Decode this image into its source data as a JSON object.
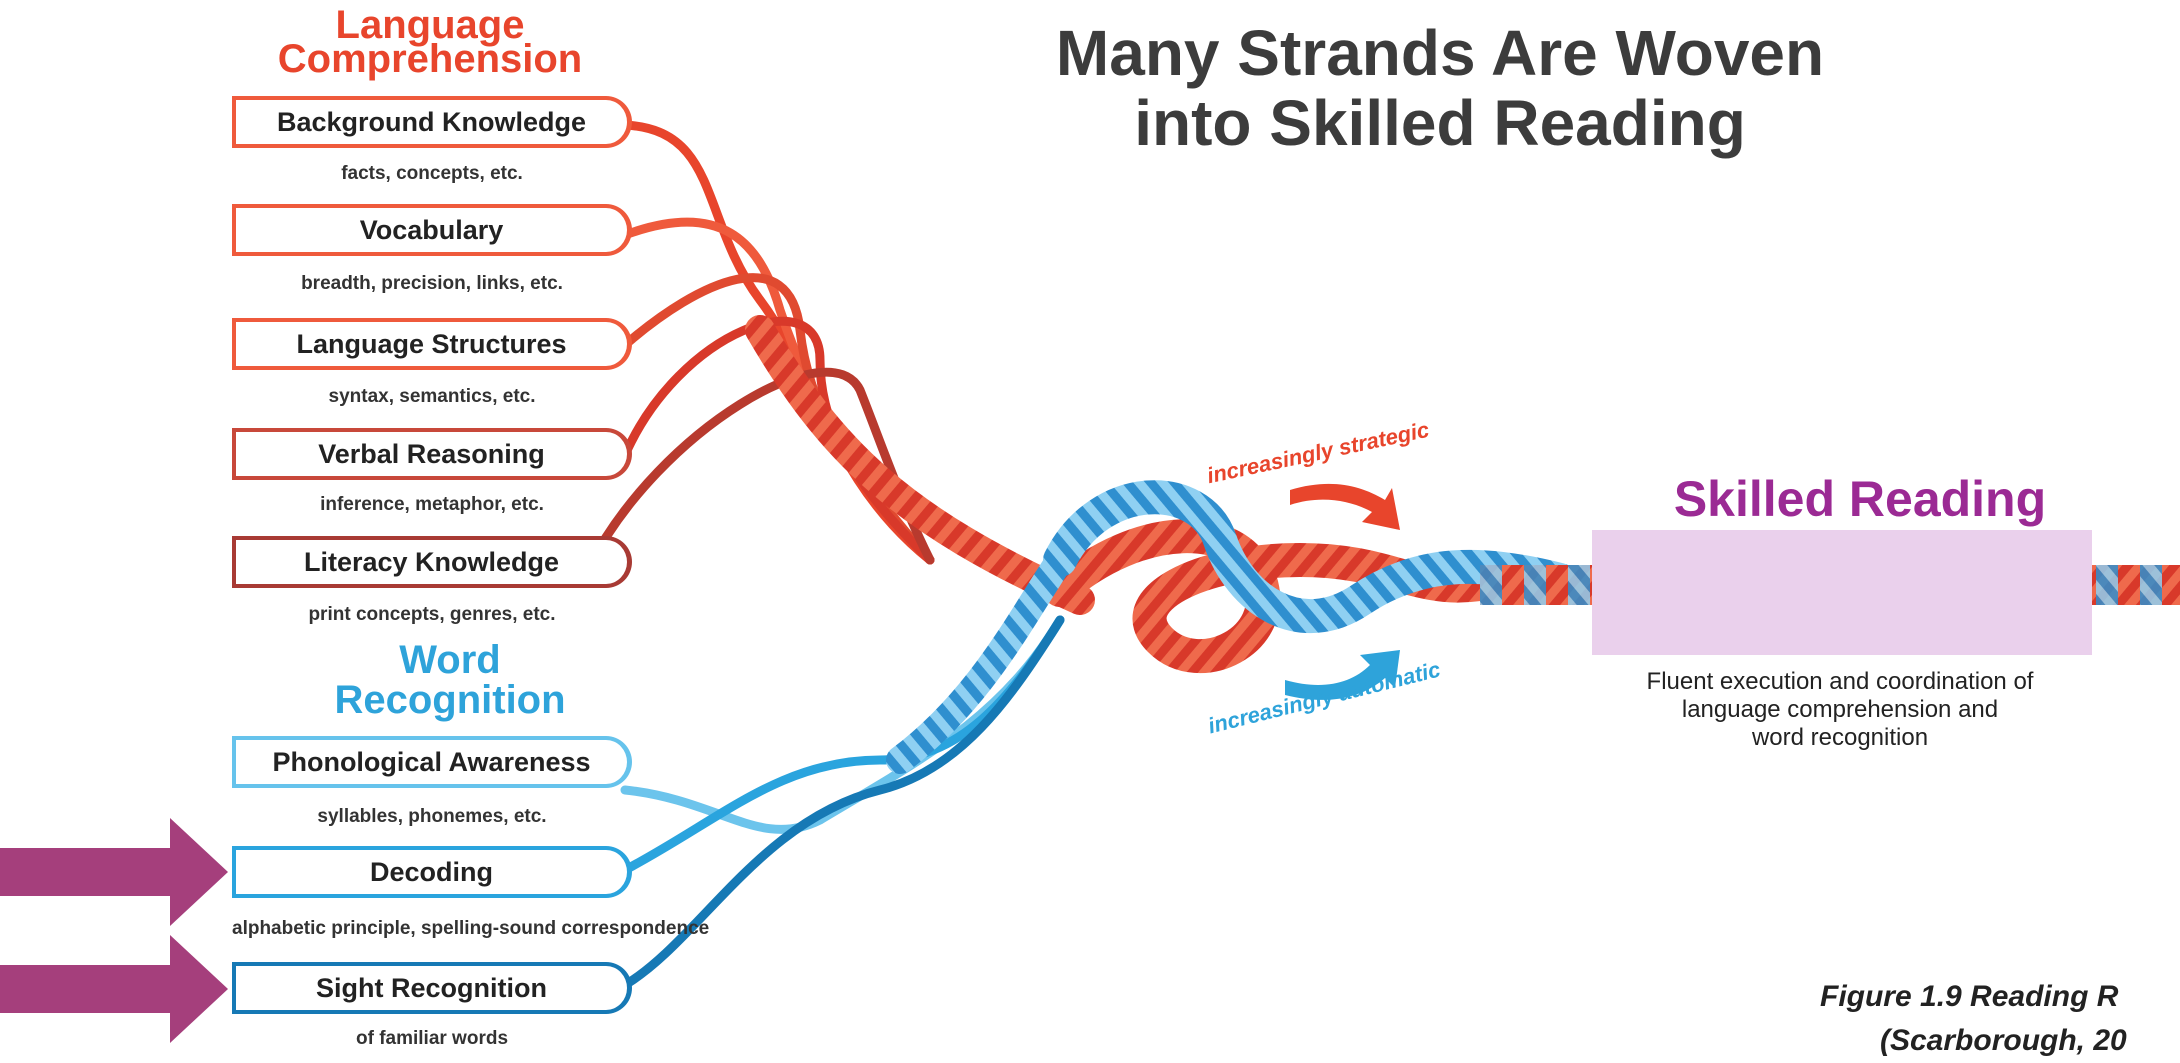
{
  "title": {
    "line1": "Many Strands Are Woven",
    "line2": "into Skilled Reading"
  },
  "language_comprehension": {
    "heading_line1": "Language",
    "heading_line2": "Comprehension",
    "strands": [
      {
        "label": "Background Knowledge",
        "sub": "facts, concepts, etc."
      },
      {
        "label": "Vocabulary",
        "sub": "breadth, precision, links, etc."
      },
      {
        "label": "Language Structures",
        "sub": "syntax, semantics, etc."
      },
      {
        "label": "Verbal Reasoning",
        "sub": "inference, metaphor, etc."
      },
      {
        "label": "Literacy Knowledge",
        "sub": "print concepts, genres, etc."
      }
    ]
  },
  "word_recognition": {
    "heading_line1": "Word",
    "heading_line2": "Recognition",
    "strands": [
      {
        "label": "Phonological Awareness",
        "sub": "syllables, phonemes, etc."
      },
      {
        "label": "Decoding",
        "sub": "alphabetic principle, spelling-sound correspondence"
      },
      {
        "label": "Sight Recognition",
        "sub": "of familiar words"
      }
    ]
  },
  "labels": {
    "strategic": "increasingly strategic",
    "automatic": "increasingly automatic"
  },
  "skilled_reading": {
    "heading": "Skilled Reading",
    "description_line1": "Fluent execution and coordination of",
    "description_line2": "language comprehension and",
    "description_line3": "word recognition"
  },
  "caption": {
    "line1": "Figure 1.9 Reading R",
    "line2": "(Scarborough, 20"
  },
  "colors": {
    "red": "#e8452c",
    "dark_red": "#a83a34",
    "blue": "#2ea3da",
    "dark_blue": "#1679b5",
    "purple": "#9b2a94",
    "arrow_fill": "#a53f7c"
  }
}
